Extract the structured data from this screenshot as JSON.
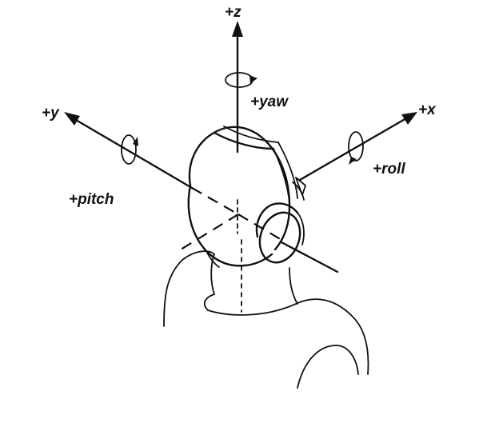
{
  "axes": {
    "z": "+z",
    "y": "+y",
    "x": "+x"
  },
  "rotations": {
    "yaw": "+yaw",
    "pitch": "+pitch",
    "roll": "+roll"
  }
}
